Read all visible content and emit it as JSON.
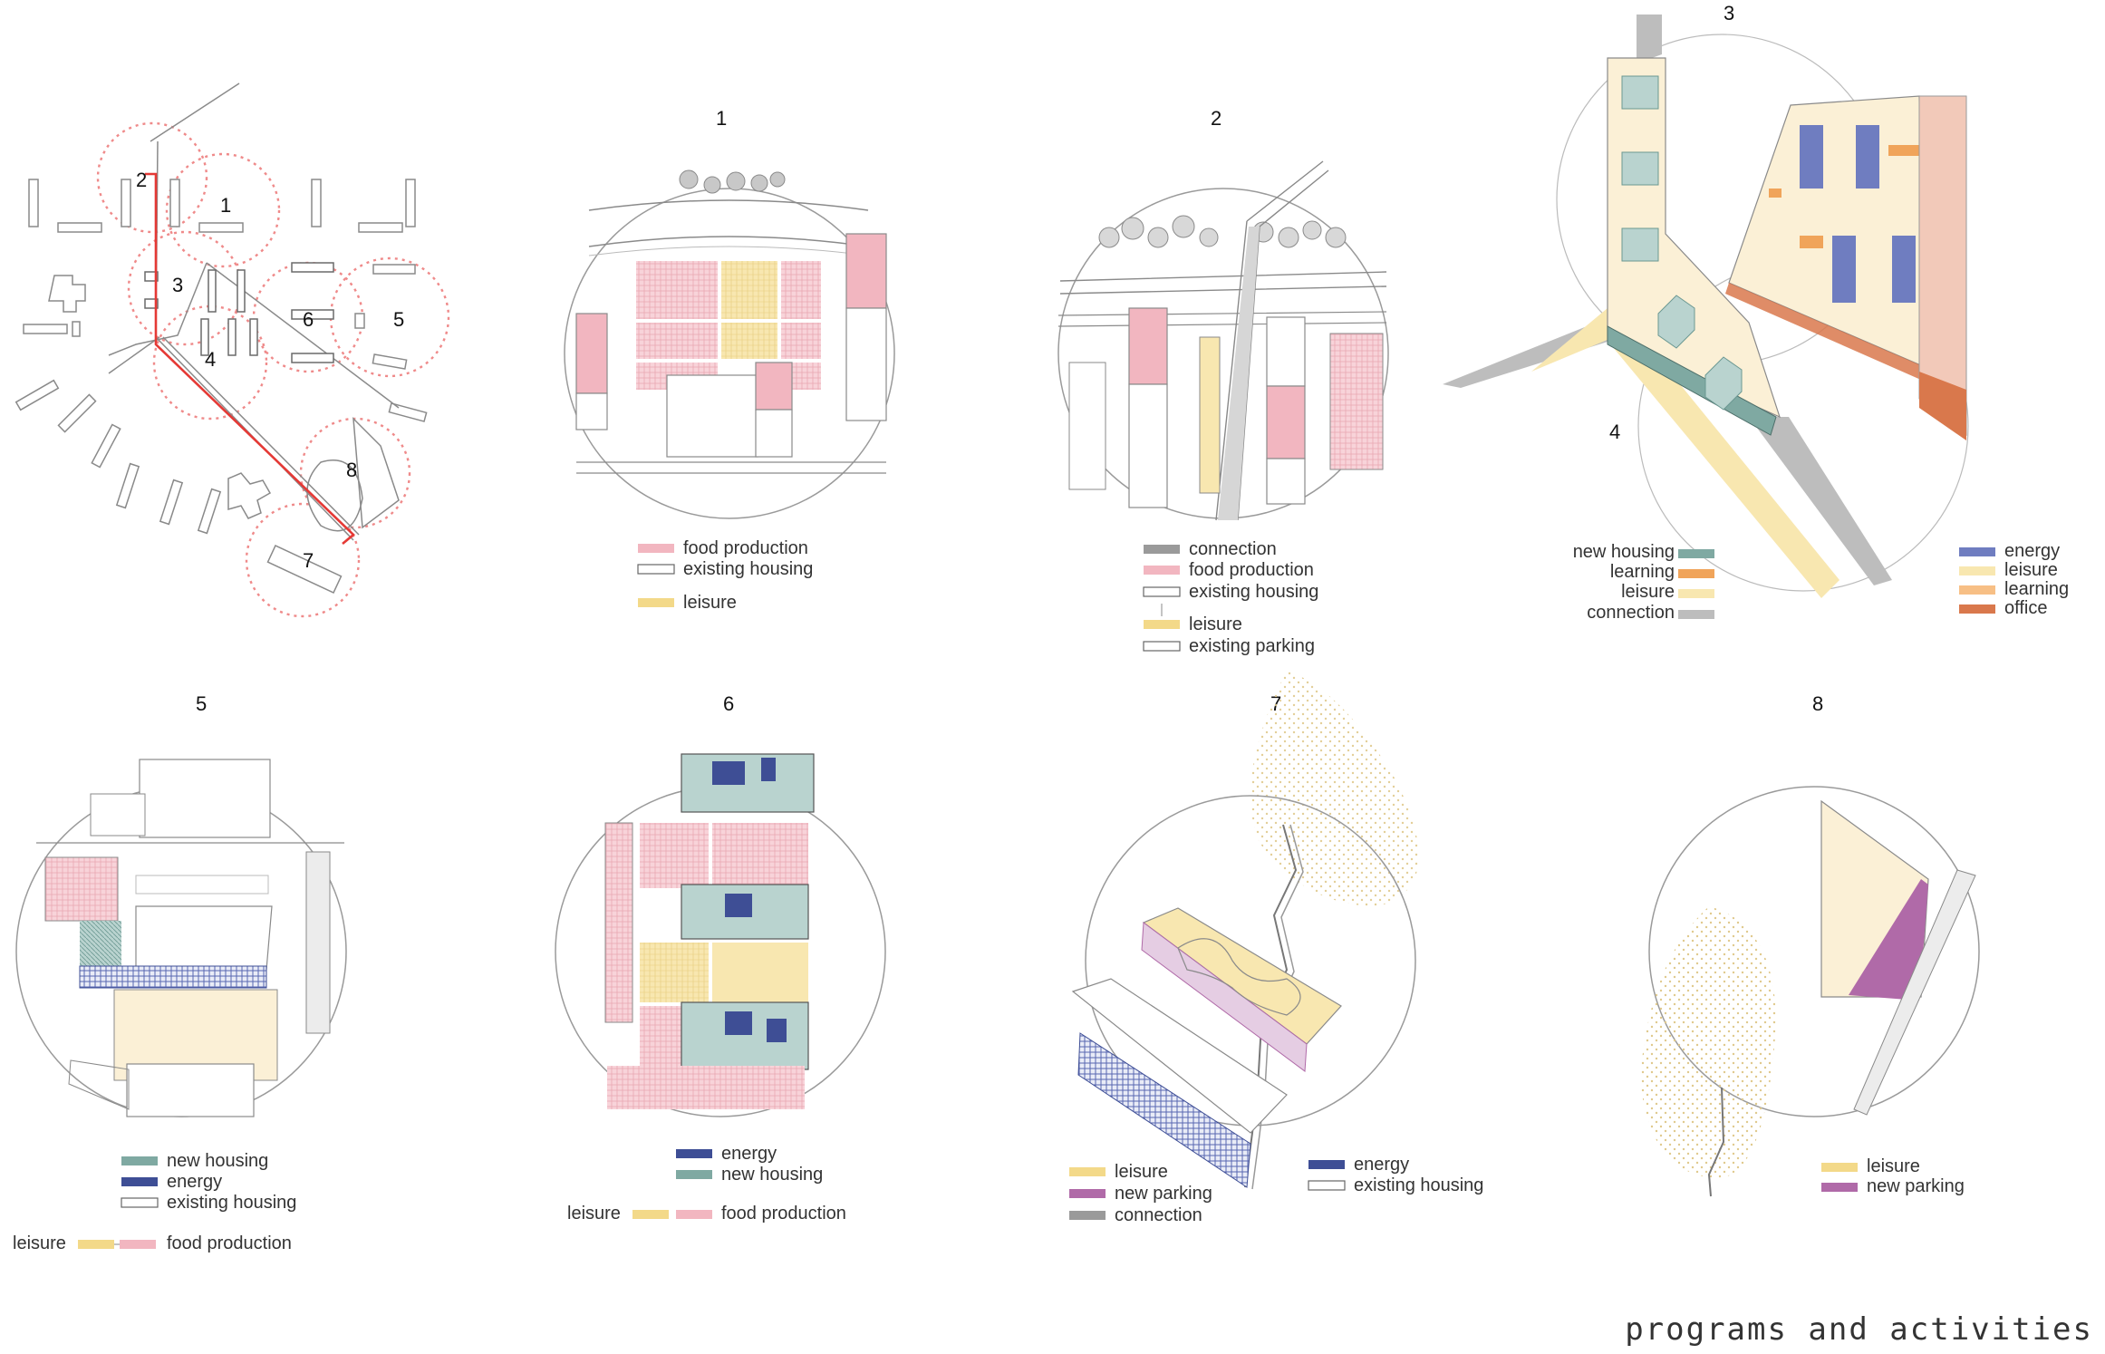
{
  "colors": {
    "new_housing": "#7fa9a2",
    "energy": "#3e4e95",
    "energy_light": "#6f7dc0",
    "leisure": "#f3d989",
    "food_production": "#f2b6c0",
    "connection": "#9a9a9a",
    "learning": "#f0a45a",
    "office": "#d9784c",
    "new_parking": "#b06aa8",
    "site_route": "#e53935",
    "site_circle": "#ef8a8a",
    "line": "#555555"
  },
  "site_plan": {
    "numbers": [
      "1",
      "2",
      "3",
      "4",
      "5",
      "6",
      "7",
      "8"
    ]
  },
  "panels": [
    {
      "id": "1",
      "label": "1",
      "legend": [
        "food production",
        "existing housing",
        "leisure"
      ]
    },
    {
      "id": "2",
      "label": "2",
      "legend": [
        "connection",
        "food production",
        "existing housing",
        "leisure",
        "existing parking"
      ]
    },
    {
      "id": "3",
      "label": "3",
      "label_secondary": "4",
      "legend_left": [
        "new housing",
        "learning",
        "leisure",
        "connection"
      ],
      "legend_right": [
        "energy",
        "leisure",
        "learning",
        "office"
      ]
    },
    {
      "id": "5",
      "label": "5",
      "legend": [
        "new housing",
        "energy",
        "existing housing"
      ],
      "legend_pair": [
        "leisure",
        "food production"
      ]
    },
    {
      "id": "6",
      "label": "6",
      "legend": [
        "energy",
        "new housing"
      ],
      "legend_pair": [
        "leisure",
        "food production"
      ]
    },
    {
      "id": "7",
      "label": "7",
      "legend_left": [
        "leisure",
        "new parking",
        "connection"
      ],
      "legend_right": [
        "energy",
        "existing housing"
      ]
    },
    {
      "id": "8",
      "label": "8",
      "legend": [
        "leisure",
        "new parking"
      ]
    }
  ],
  "footer": {
    "title": "programs and activities"
  }
}
